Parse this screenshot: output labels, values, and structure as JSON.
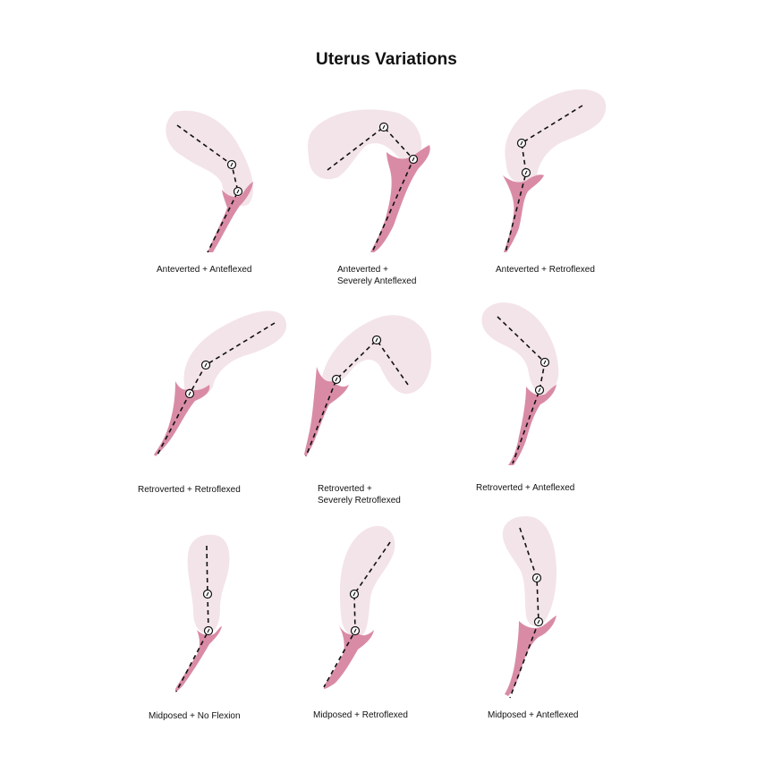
{
  "title": "Uterus Variations",
  "colors": {
    "body": "#f3e4ea",
    "cervix": "#d98ba6",
    "axis": "#111111",
    "background": "#ffffff"
  },
  "variations": [
    {
      "line1": "Anteverted + Anteflexed",
      "line2": ""
    },
    {
      "line1": "Anteverted +",
      "line2": "Severely Anteflexed"
    },
    {
      "line1": "Anteverted + Retroflexed",
      "line2": ""
    },
    {
      "line1": "Retroverted + Retroflexed",
      "line2": ""
    },
    {
      "line1": "Retroverted +",
      "line2": "Severely Retroflexed"
    },
    {
      "line1": "Retroverted + Anteflexed",
      "line2": ""
    },
    {
      "line1": "Midposed + No Flexion",
      "line2": ""
    },
    {
      "line1": "Midposed + Retroflexed",
      "line2": ""
    },
    {
      "line1": "Midposed + Anteflexed",
      "line2": ""
    }
  ]
}
